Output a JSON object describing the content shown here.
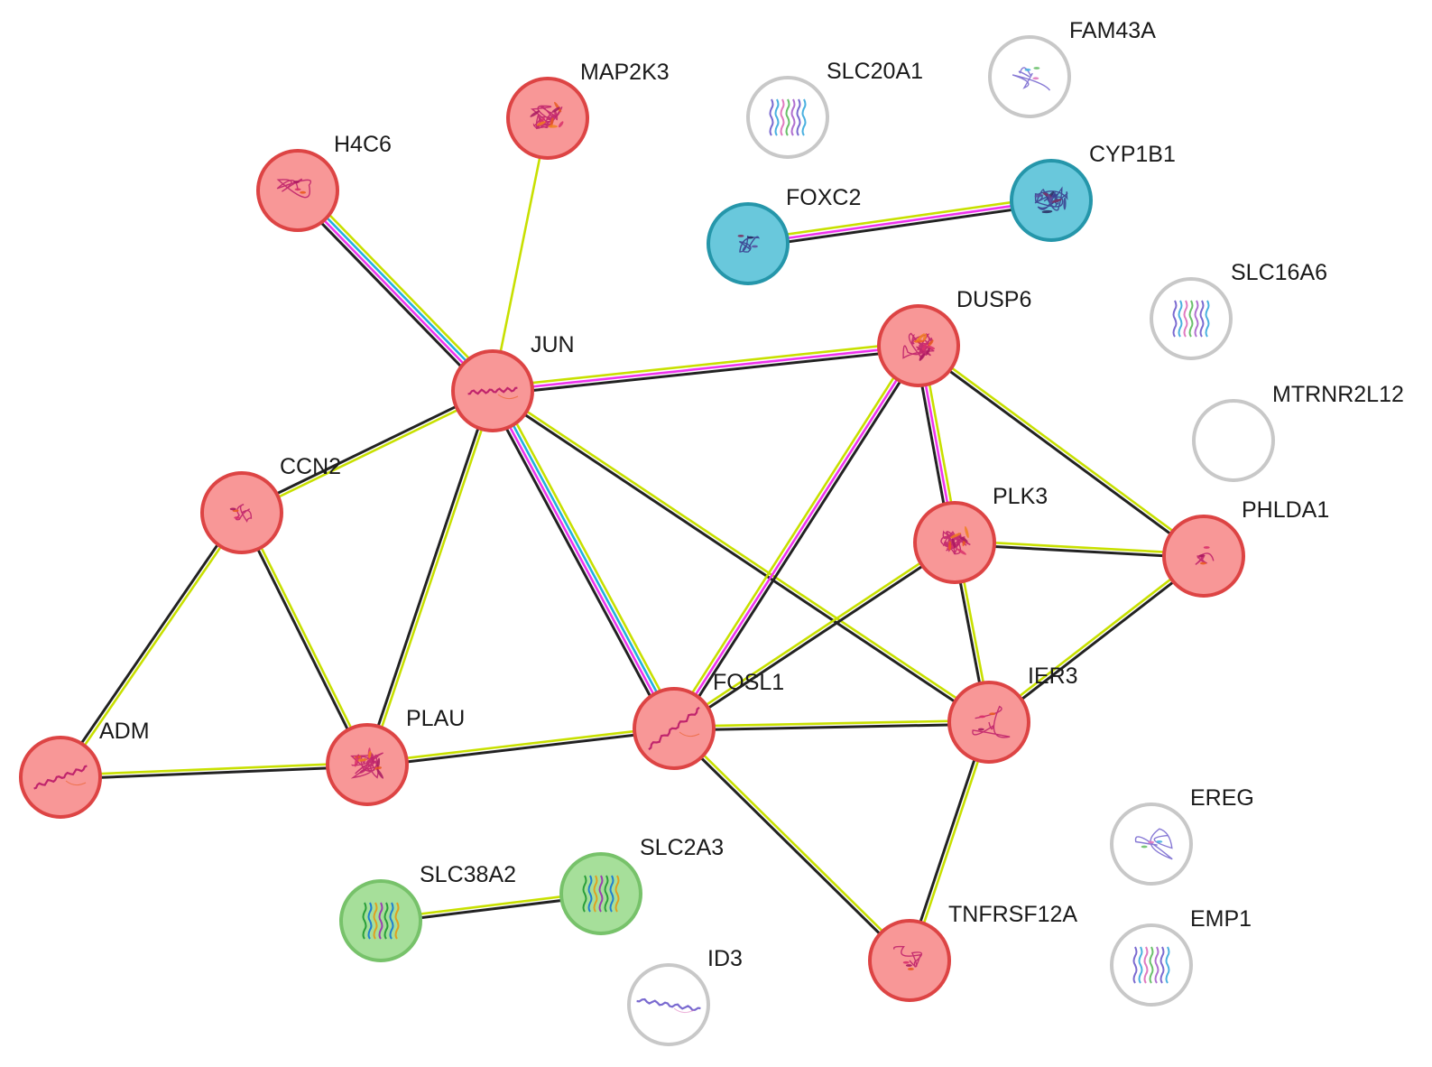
{
  "colors": {
    "textmining": "#c8e000",
    "coexpression": "#222222",
    "experiments": "#ee33ee",
    "databases": "#22b0dd",
    "cluster_red": "#f89797",
    "cluster_red_border": "#dd4444",
    "cluster_blue": "#69c8dc",
    "cluster_blue_border": "#2596aa",
    "cluster_green": "#a6df9a",
    "cluster_green_border": "#77c26a",
    "isolated_border": "#c8c8c8"
  },
  "nodes": [
    {
      "id": "MAP2K3",
      "label": "MAP2K3",
      "cluster": "red",
      "structure_icon": "protein-structure-dense-icon"
    },
    {
      "id": "H4C6",
      "label": "H4C6",
      "cluster": "red",
      "structure_icon": "protein-structure-sparse-icon"
    },
    {
      "id": "JUN",
      "label": "JUN",
      "cluster": "red",
      "structure_icon": "protein-helix-icon"
    },
    {
      "id": "CCN2",
      "label": "CCN2",
      "cluster": "red",
      "structure_icon": "protein-structure-small-icon"
    },
    {
      "id": "ADM",
      "label": "ADM",
      "cluster": "red",
      "structure_icon": "protein-helix-icon"
    },
    {
      "id": "PLAU",
      "label": "PLAU",
      "cluster": "red",
      "structure_icon": "protein-structure-dense-icon"
    },
    {
      "id": "FOSL1",
      "label": "FOSL1",
      "cluster": "red",
      "structure_icon": "protein-helix-icon"
    },
    {
      "id": "DUSP6",
      "label": "DUSP6",
      "cluster": "red",
      "structure_icon": "protein-structure-dense-icon"
    },
    {
      "id": "PLK3",
      "label": "PLK3",
      "cluster": "red",
      "structure_icon": "protein-structure-dense-icon"
    },
    {
      "id": "PHLDA1",
      "label": "PHLDA1",
      "cluster": "red",
      "structure_icon": "protein-structure-small-icon"
    },
    {
      "id": "IER3",
      "label": "IER3",
      "cluster": "red",
      "structure_icon": "protein-structure-sparse-icon"
    },
    {
      "id": "TNFRSF12A",
      "label": "TNFRSF12A",
      "cluster": "red",
      "structure_icon": "protein-structure-sparse-icon"
    },
    {
      "id": "FOXC2",
      "label": "FOXC2",
      "cluster": "blue",
      "structure_icon": "protein-structure-small-icon"
    },
    {
      "id": "CYP1B1",
      "label": "CYP1B1",
      "cluster": "blue",
      "structure_icon": "protein-structure-dense-icon"
    },
    {
      "id": "SLC38A2",
      "label": "SLC38A2",
      "cluster": "green",
      "structure_icon": "protein-transmembrane-icon"
    },
    {
      "id": "SLC2A3",
      "label": "SLC2A3",
      "cluster": "green",
      "structure_icon": "protein-transmembrane-icon"
    },
    {
      "id": "SLC20A1",
      "label": "SLC20A1",
      "cluster": "none",
      "structure_icon": "protein-transmembrane-icon"
    },
    {
      "id": "FAM43A",
      "label": "FAM43A",
      "cluster": "none",
      "structure_icon": "protein-structure-sparse-icon"
    },
    {
      "id": "SLC16A6",
      "label": "SLC16A6",
      "cluster": "none",
      "structure_icon": "protein-transmembrane-icon"
    },
    {
      "id": "MTRNR2L12",
      "label": "MTRNR2L12",
      "cluster": "none",
      "structure_icon": "none"
    },
    {
      "id": "EREG",
      "label": "EREG",
      "cluster": "none",
      "structure_icon": "protein-structure-sparse-icon"
    },
    {
      "id": "EMP1",
      "label": "EMP1",
      "cluster": "none",
      "structure_icon": "protein-transmembrane-icon"
    },
    {
      "id": "ID3",
      "label": "ID3",
      "cluster": "none",
      "structure_icon": "protein-helix-icon"
    }
  ],
  "edges": [
    {
      "from": "MAP2K3",
      "to": "JUN",
      "evidence": [
        "textmining"
      ]
    },
    {
      "from": "H4C6",
      "to": "JUN",
      "evidence": [
        "textmining",
        "databases",
        "experiments",
        "coexpression"
      ]
    },
    {
      "from": "JUN",
      "to": "DUSP6",
      "evidence": [
        "textmining",
        "experiments",
        "coexpression"
      ]
    },
    {
      "from": "JUN",
      "to": "CCN2",
      "evidence": [
        "textmining",
        "coexpression"
      ]
    },
    {
      "from": "JUN",
      "to": "PLAU",
      "evidence": [
        "textmining",
        "coexpression"
      ]
    },
    {
      "from": "JUN",
      "to": "FOSL1",
      "evidence": [
        "textmining",
        "databases",
        "experiments",
        "coexpression"
      ]
    },
    {
      "from": "JUN",
      "to": "IER3",
      "evidence": [
        "textmining",
        "coexpression"
      ]
    },
    {
      "from": "CCN2",
      "to": "ADM",
      "evidence": [
        "textmining",
        "coexpression"
      ]
    },
    {
      "from": "CCN2",
      "to": "PLAU",
      "evidence": [
        "textmining",
        "coexpression"
      ]
    },
    {
      "from": "ADM",
      "to": "PLAU",
      "evidence": [
        "textmining",
        "coexpression"
      ]
    },
    {
      "from": "PLAU",
      "to": "FOSL1",
      "evidence": [
        "textmining",
        "coexpression"
      ]
    },
    {
      "from": "FOSL1",
      "to": "DUSP6",
      "evidence": [
        "textmining",
        "experiments",
        "coexpression"
      ]
    },
    {
      "from": "FOSL1",
      "to": "PLK3",
      "evidence": [
        "textmining",
        "coexpression"
      ]
    },
    {
      "from": "FOSL1",
      "to": "IER3",
      "evidence": [
        "textmining",
        "coexpression"
      ]
    },
    {
      "from": "FOSL1",
      "to": "TNFRSF12A",
      "evidence": [
        "textmining",
        "coexpression"
      ]
    },
    {
      "from": "DUSP6",
      "to": "PLK3",
      "evidence": [
        "textmining",
        "experiments",
        "coexpression"
      ]
    },
    {
      "from": "DUSP6",
      "to": "PHLDA1",
      "evidence": [
        "textmining",
        "coexpression"
      ]
    },
    {
      "from": "PLK3",
      "to": "PHLDA1",
      "evidence": [
        "textmining",
        "coexpression"
      ]
    },
    {
      "from": "PLK3",
      "to": "IER3",
      "evidence": [
        "textmining",
        "coexpression"
      ]
    },
    {
      "from": "IER3",
      "to": "PHLDA1",
      "evidence": [
        "textmining",
        "coexpression"
      ]
    },
    {
      "from": "IER3",
      "to": "TNFRSF12A",
      "evidence": [
        "textmining",
        "coexpression"
      ]
    },
    {
      "from": "FOXC2",
      "to": "CYP1B1",
      "evidence": [
        "textmining",
        "experiments",
        "coexpression"
      ]
    },
    {
      "from": "SLC38A2",
      "to": "SLC2A3",
      "evidence": [
        "textmining",
        "coexpression"
      ]
    }
  ]
}
